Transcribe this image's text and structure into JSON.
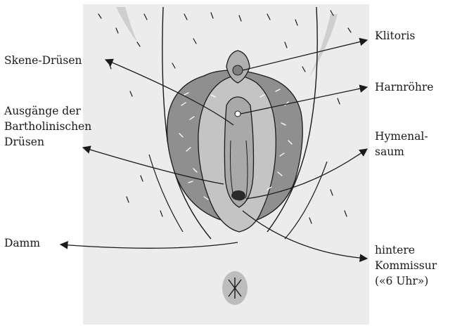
{
  "labels": {
    "klitoris": "Klitoris",
    "skene": "Skene-Drüsen",
    "harnroehre": "Harnröhre",
    "ausgaenge_1": "Ausgänge der",
    "ausgaenge_2": "Bartholinischen",
    "ausgaenge_3": "Drüsen",
    "hymenal_1": "Hymenal-",
    "hymenal_2": "saum",
    "damm": "Damm",
    "kommissur_1": "hintere",
    "kommissur_2": "Kommissur",
    "kommissur_3": "(«6 Uhr»)"
  },
  "colors": {
    "paper": "#ececec",
    "ink": "#1a1a1a",
    "labia_fill": "#8f8f8f",
    "inner_fill": "#c4c4c4",
    "vestibule_fill": "#a9a9a9"
  }
}
